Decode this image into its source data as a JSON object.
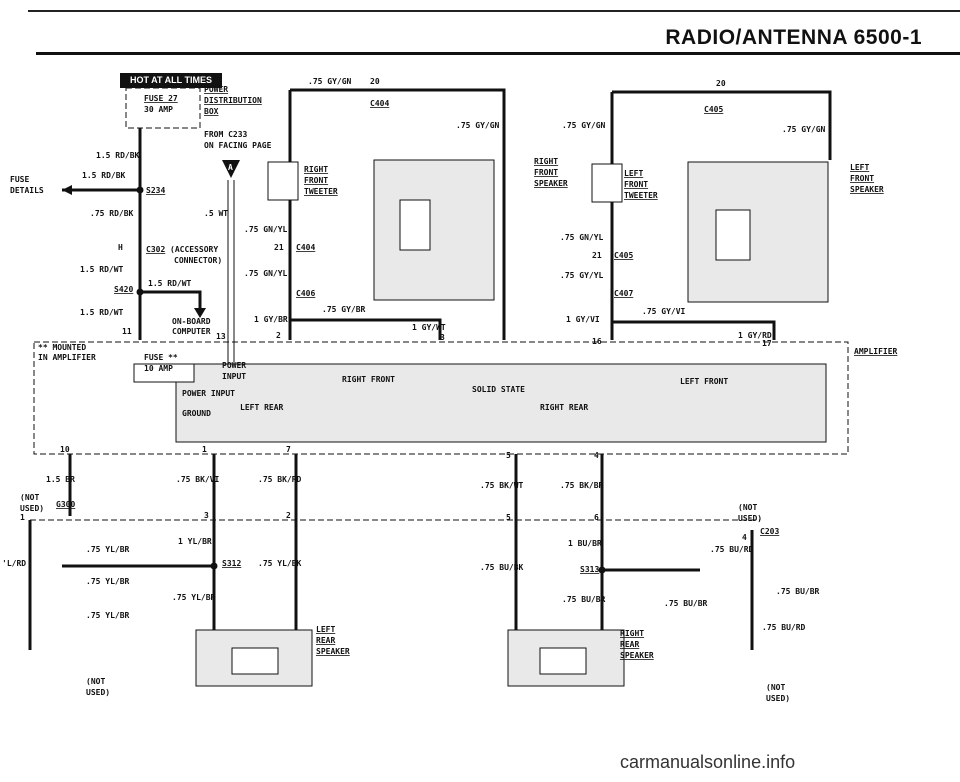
{
  "header": {
    "title": "RADIO/ANTENNA   6500-1"
  },
  "hot_badge": "HOT AT ALL TIMES",
  "labels": {
    "fuse27": "FUSE 27",
    "amp30": "30 AMP",
    "power_dist_1": "POWER",
    "power_dist_2": "DISTRIBUTION",
    "power_dist_3": "BOX",
    "from_c233": "FROM C233",
    "on_facing": "ON FACING PAGE",
    "connector_a": "A",
    "w15rdbk_1": "1.5 RD/BK",
    "fuse_details_1": "FUSE",
    "fuse_details_2": "DETAILS",
    "w15rdbk_2": "1.5 RD/BK",
    "s234": "S234",
    "w75rdbk": ".75 RD/BK",
    "w5wt": ".5 WT",
    "h": "H",
    "c302": "C302",
    "accessory_1": "(ACCESSORY",
    "accessory_2": "CONNECTOR)",
    "w15rdwt_1": "1.5 RD/WT",
    "w15rdwt_2": "1.5 RD/WT",
    "s420": "S420",
    "w15rdwt_3": "1.5 RD/WT",
    "onboard_1": "ON-BOARD",
    "onboard_2": "COMPUTER",
    "n13": "13",
    "n11": "11",
    "mounted_1": "** MOUNTED",
    "mounted_2": "IN AMPLIFIER",
    "fuse_star": "FUSE **",
    "amp10": "10 AMP",
    "w75gygn_top": ".75 GY/GN",
    "n20_left": "20",
    "c404_top": "C404",
    "w75gygn_l2": ".75 GY/GN",
    "rft_1": "RIGHT",
    "rft_2": "FRONT",
    "rft_3": "TWEETER",
    "w75gnyl_1": ".75 GN/YL",
    "n21_left": "21",
    "c404_mid": "C404",
    "w75gnyl_2": ".75 GN/YL",
    "c406": "C406",
    "w75gybr": ".75 GY/BR",
    "w1gybr": "1 GY/BR",
    "n2": "2",
    "w1gywt": "1 GY/WT",
    "n3": "3",
    "rfs_1": "RIGHT",
    "rfs_2": "FRONT",
    "rfs_3": "SPEAKER",
    "w75gygn_r1": ".75 GY/GN",
    "n20_right": "20",
    "c405_top": "C405",
    "w75gygn_r2": ".75 GY/GN",
    "lft_1": "LEFT",
    "lft_2": "FRONT",
    "lft_3": "TWEETER",
    "w75gnyl_r": ".75 GN/YL",
    "n21_right": "21",
    "c405_mid": "C405",
    "w75gyyl": ".75 GY/YL",
    "c407": "C407",
    "w75gyvi": ".75 GY/VI",
    "w1gyvi": "1 GY/VI",
    "n16": "16",
    "w1gyrd": "1 GY/RD",
    "n17": "17",
    "lfs_1": "LEFT",
    "lfs_2": "FRONT",
    "lfs_3": "SPEAKER",
    "amplifier": "AMPLIFIER",
    "power_input_1": "POWER",
    "power_input_2": "INPUT",
    "power_input_box": "POWER INPUT",
    "right_front": "RIGHT FRONT",
    "solid_state": "SOLID STATE",
    "left_front": "LEFT FRONT",
    "left_rear": "LEFT REAR",
    "ground": "GROUND",
    "right_rear": "RIGHT REAR",
    "n10": "10",
    "n1": "1",
    "n7": "7",
    "n5": "5",
    "n4": "4",
    "w15br": "1.5 BR",
    "not_used_l1": "(NOT",
    "not_used_l2": "USED)",
    "g300": "G300",
    "n1b": "1",
    "w75bkvi": ".75 BK/VI",
    "w75bkrd": ".75 BK/RD",
    "n3b": "3",
    "n2b": "2",
    "w75bkwt": ".75 BK/WT",
    "w75bkbr": ".75 BK/BR",
    "n5b": "5",
    "n6b": "6",
    "not_used_r1": "(NOT",
    "not_used_r2": "USED)",
    "c203": "C203",
    "n4b": "4",
    "l_rd": "'L/RD",
    "w75ylbr_1": ".75 YL/BR",
    "w1ylbr": "1 YL/BR",
    "s312": "S312",
    "w75ylbk": ".75 YL/BK",
    "w75ylbr_2": ".75 YL/BR",
    "w75ylbr_3": ".75 YL/BR",
    "w75ylbr_4": ".75 YL/BR",
    "lrs_1": "LEFT",
    "lrs_2": "REAR",
    "lrs_3": "SPEAKER",
    "not_used_b1": "(NOT",
    "not_used_b2": "USED)",
    "w1bubr": "1 BU/BR",
    "w75burd": ".75 BU/RD",
    "w75bubk": ".75 BU/BK",
    "s313": "S313",
    "w75bubr_1": ".75 BU/BR",
    "w75bubr_2": ".75 BU/BR",
    "w75bubr_3": ".75 BU/BR",
    "w75burd_2": ".75 BU/RD",
    "rrs_1": "RIGHT",
    "rrs_2": "REAR",
    "rrs_3": "SPEAKER",
    "not_used_br1": "(NOT",
    "not_used_br2": "USED)"
  },
  "watermark": "carmanualsonline.info"
}
